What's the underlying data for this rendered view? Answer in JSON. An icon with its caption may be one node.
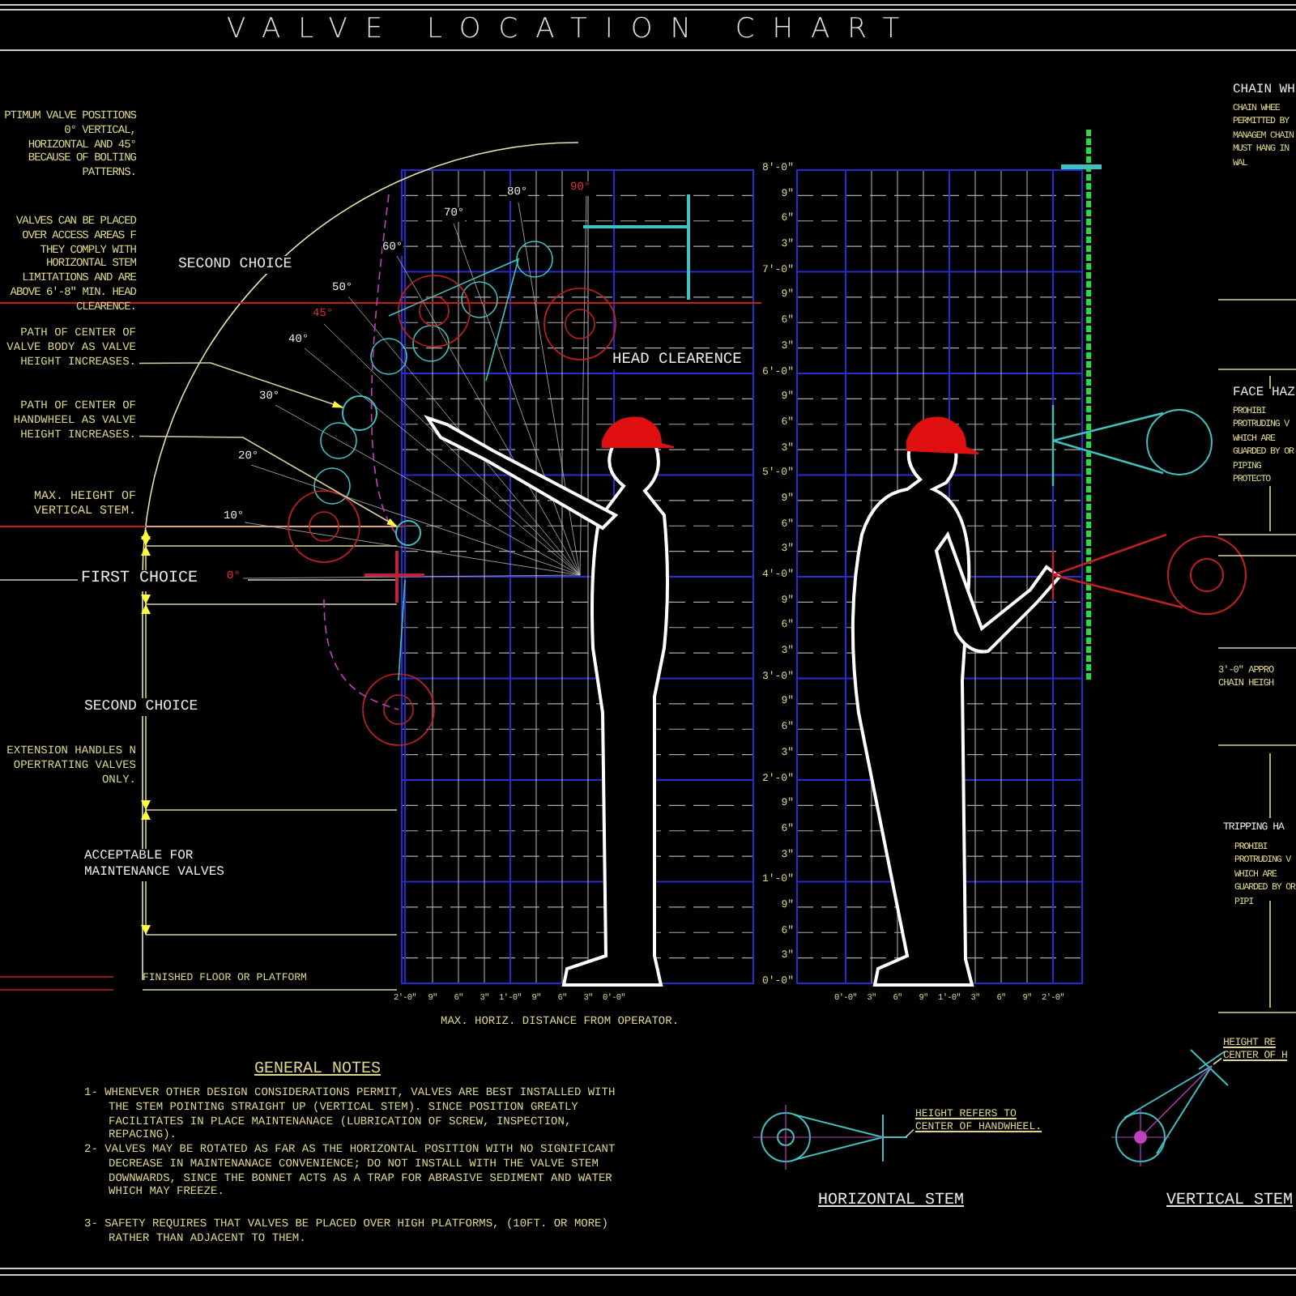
{
  "diagram": {
    "title": "VALVE LOCATION CHART",
    "nodes": [
      {
        "text": [
          "PATH OF CENTER OF VALVE BODY AS VALVE HEIGHT INCREASES."
        ]
      },
      {
        "text": [
          "PATH OF CENTER OF HANDWHEEL AS VALVE HEIGHT INCREASES."
        ]
      },
      {
        "text": [
          "HEIGHT REFERS TO CENTER OF HANDWHEEL."
        ]
      },
      {
        "text": [
          "HEIGHT RE CENTER OF H"
        ]
      },
      {
        "text": [],
        "shape": "circle"
      },
      {
        "text": [],
        "shape": "circle"
      }
    ],
    "edges": [
      {
        "from": 0,
        "to": 4,
        "arrow": "to"
      },
      {
        "from": 1,
        "to": 5,
        "arrow": "to"
      },
      {
        "from": 2,
        "to": null,
        "arrow": "none"
      },
      {
        "from": 3,
        "to": null,
        "arrow": "none"
      }
    ],
    "labels": [
      "PTIMUM VALVE POSITIONS 0° VERTICAL, HORIZONTAL AND 45° BECAUSE OF BOLTING PATTERNS.",
      "VALVES CAN BE PLACED OVER ACCESS AREAS F THEY COMPLY WITH HORIZONTAL STEM LIMITATIONS AND ARE ABOVE 6'-8\" MIN. HEAD CLEARENCE.",
      "SECOND CHOICE",
      "90°",
      "80°",
      "70°",
      "60°",
      "50°",
      "45°",
      "40°",
      "30°",
      "20°",
      "10°",
      "HEAD CLEARENCE",
      "MAX. HEIGHT OF VERTICAL STEM.",
      "FIRST CHOICE",
      "0°",
      "SECOND CHOICE",
      "EXTENSION HANDLES N OPERTRATING VALVES ONLY.",
      "ACCEPTABLE FOR MAINTENANCE VALVES",
      "FINISHED FLOOR OR PLATFORM",
      "8'-0\"",
      "9\"",
      "6\"",
      "3\"",
      "7'-0\"",
      "9\"",
      "6\"",
      "3\"",
      "6'-0\"",
      "9\"",
      "6\"",
      "3\"",
      "5'-0\"",
      "9\"",
      "6\"",
      "3\"",
      "4'-0\"",
      "9\"",
      "6\"",
      "3\"",
      "3'-0\"",
      "9\"",
      "6\"",
      "3\"",
      "2'-0\"",
      "9\"",
      "6\"",
      "3\"",
      "1'-0\"",
      "9\"",
      "6\"",
      "3\"",
      "0'-0\"",
      "2'-0\"",
      "9\"",
      "6\"",
      "3\"",
      "1'-0\"",
      "9\"",
      "6\"",
      "3\"",
      "0'-0\"",
      "0'-0\"",
      "3\"",
      "6\"",
      "9\"",
      "1'-0\"",
      "3\"",
      "6\"",
      "9\"",
      "2'-0\"",
      "MAX. HORIZ. DISTANCE FROM OPERATOR.",
      "GENERAL NOTES",
      "1- WHENEVER OTHER DESIGN CONSIDERATIONS PERMIT, VALVES ARE BEST INSTALLED WITH THE STEM POINTING STRAIGHT UP (VERTICAL STEM). SINCE POSITION GREATLY FACILITATES IN PLACE MAINTENANACE (LUBRICATION OF SCREW, INSPECTION, REPACING).",
      "2- VALVES MAY BE ROTATED AS FAR AS THE HORIZONTAL POSITION WITH NO SIGNIFICANT DECREASE IN MAINTENANACE CONVENIENCE; DO NOT INSTALL WITH THE VALVE STEM DOWNWARDS, SINCE THE BONNET ACTS AS A TRAP FOR ABRASIVE SEDIMENT AND WATER WHICH MAY FREEZE.",
      "3- SAFETY REQUIRES THAT VALVES BE PLACED OVER HIGH PLATFORMS, (10FT. OR MORE) RATHER THAN ADJACENT TO THEM.",
      "HORIZONTAL STEM",
      "VERTICAL STEM",
      "CHAIN WH",
      "CHAIN WHEE PERMITTED BY MANAGEM CHAIN MUST HANG IN WAL",
      "FACE HAZ",
      "PROHIBI PROTRUDING V WHICH ARE GUARDED BY OR PIPING PROTECTO",
      "3'-0\" APPRO CHAIN HEIGH",
      "TRIPPING HA",
      "PROHIBI PROTRUDING V WHICH ARE GUARDED BY OR PIPI"
    ]
  }
}
